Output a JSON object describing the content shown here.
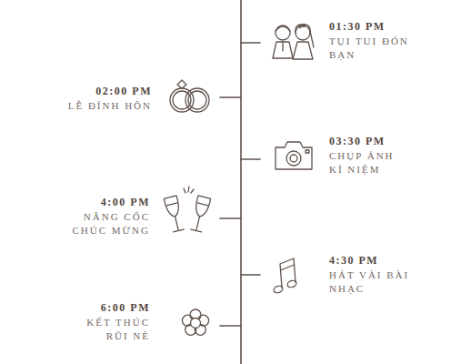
{
  "diagram": {
    "labels": [
      "01:30 PM",
      "TỤI TUI ĐÓN BẠN",
      "02:00 PM",
      "LỄ ĐÍNH HÔN",
      "03:30 PM",
      "CHỤP ẢNH KÍ NIỆM",
      "4:00 PM",
      "NÂNG CỐC CHÚC MỪNG",
      "4:30 PM",
      "HÁT VÀI BÀI NHẠC",
      "6:00 PM",
      "KẾT THÚC RŨI NÈ"
    ]
  }
}
